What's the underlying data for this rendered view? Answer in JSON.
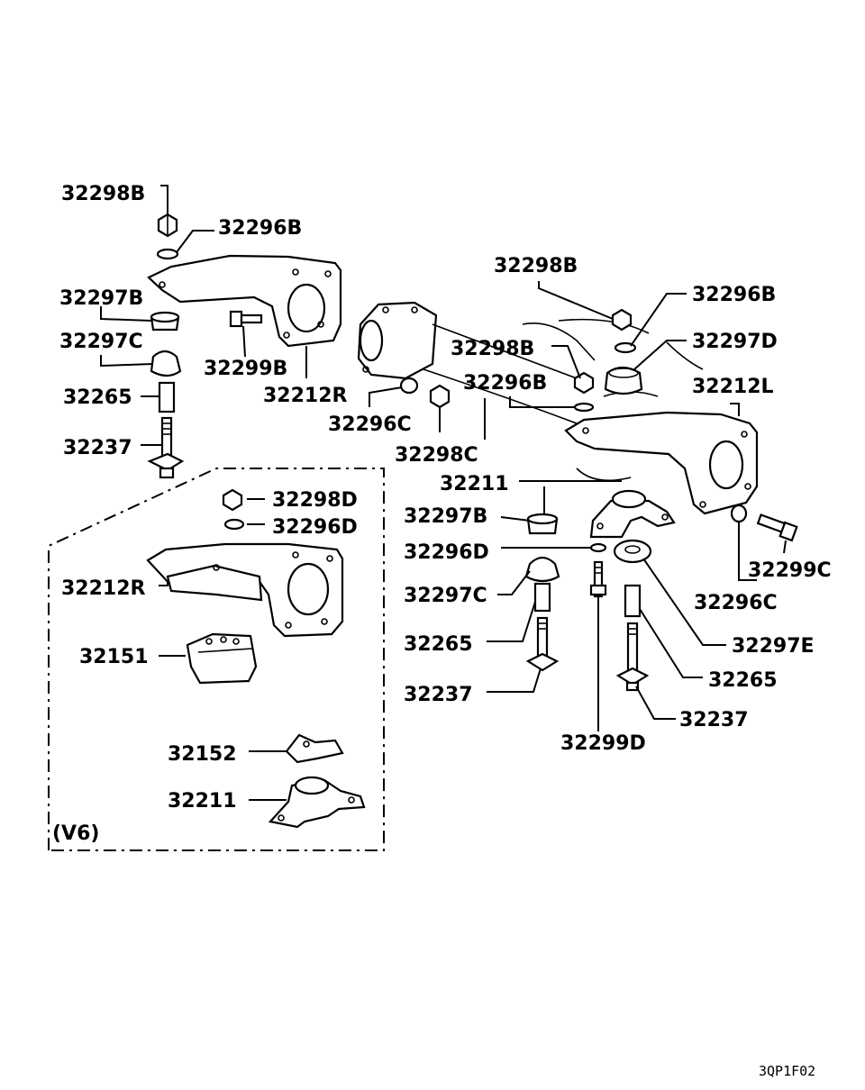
{
  "parts": {
    "p1": "32298B",
    "p2": "32296B",
    "p3": "32297B",
    "p4": "32297C",
    "p5": "32299B",
    "p6": "32212R",
    "p7": "32265",
    "p8": "32237",
    "p9": "32298B",
    "p10": "32296B",
    "p11": "32297D",
    "p12": "32298B",
    "p13": "32296B",
    "p14": "32212L",
    "p15": "32296C",
    "p16": "32298C",
    "p17": "32211",
    "p18": "32297B",
    "p19": "32296D",
    "p20": "32297C",
    "p21": "32265",
    "p22": "32237",
    "p23": "32299D",
    "p24": "32299C",
    "p25": "32296C",
    "p26": "32297E",
    "p27": "32265",
    "p28": "32237",
    "v1": "32298D",
    "v2": "32296D",
    "v3": "32212R",
    "v4": "32151",
    "v5": "32152",
    "v6": "32211"
  },
  "inset_label": "(V6)",
  "diagram_code": "3QP1F02"
}
